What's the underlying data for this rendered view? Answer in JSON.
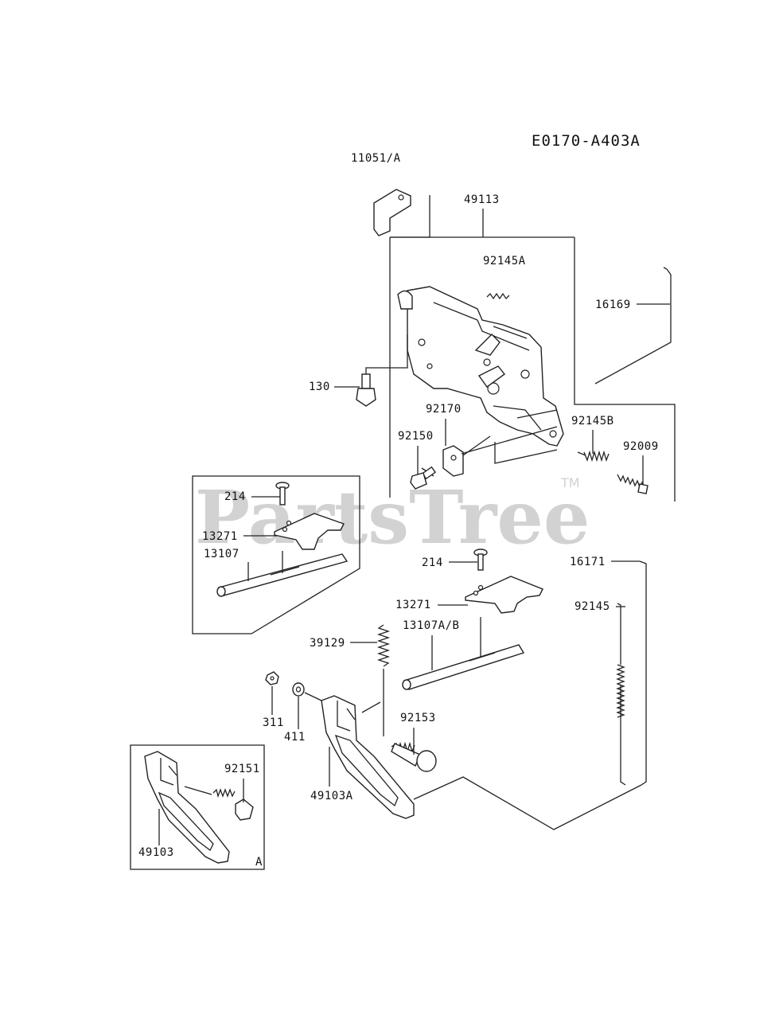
{
  "diagram": {
    "code": "E0170-A403A",
    "watermark": "PartsTree",
    "trademark": "TM",
    "inset_marker": "A",
    "labels": {
      "p11051A": "11051/A",
      "p49113": "49113",
      "p92145A": "92145A",
      "p16169": "16169",
      "p130": "130",
      "p92170": "92170",
      "p92150": "92150",
      "p92145B": "92145B",
      "p92009": "92009",
      "p214a": "214",
      "p13271a": "13271",
      "p13107": "13107",
      "p214b": "214",
      "p13271b": "13271",
      "p13107AB": "13107A/B",
      "p39129": "39129",
      "p16171": "16171",
      "p92145": "92145",
      "p311": "311",
      "p411": "411",
      "p92153": "92153",
      "p92151": "92151",
      "p49103A": "49103A",
      "p49103": "49103"
    }
  }
}
